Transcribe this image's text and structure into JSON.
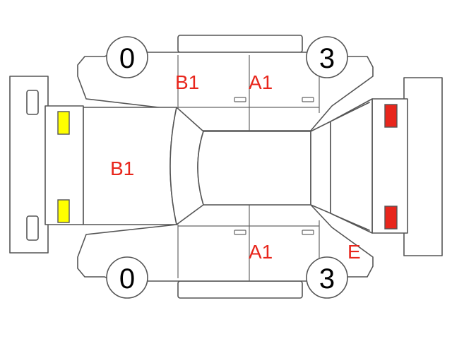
{
  "colors": {
    "line": "#555555",
    "mark_text": "#e8261c",
    "yellow_light": "#ffff00",
    "red_light": "#e8261c"
  },
  "tires": {
    "front_left": "0",
    "front_right": "3",
    "rear_left": "0",
    "rear_right": "3"
  },
  "marks": {
    "upper_left_door": "B1",
    "upper_right_door": "A1",
    "hood": "B1",
    "lower_right_door": "A1",
    "rear_fender_lower": "E"
  }
}
